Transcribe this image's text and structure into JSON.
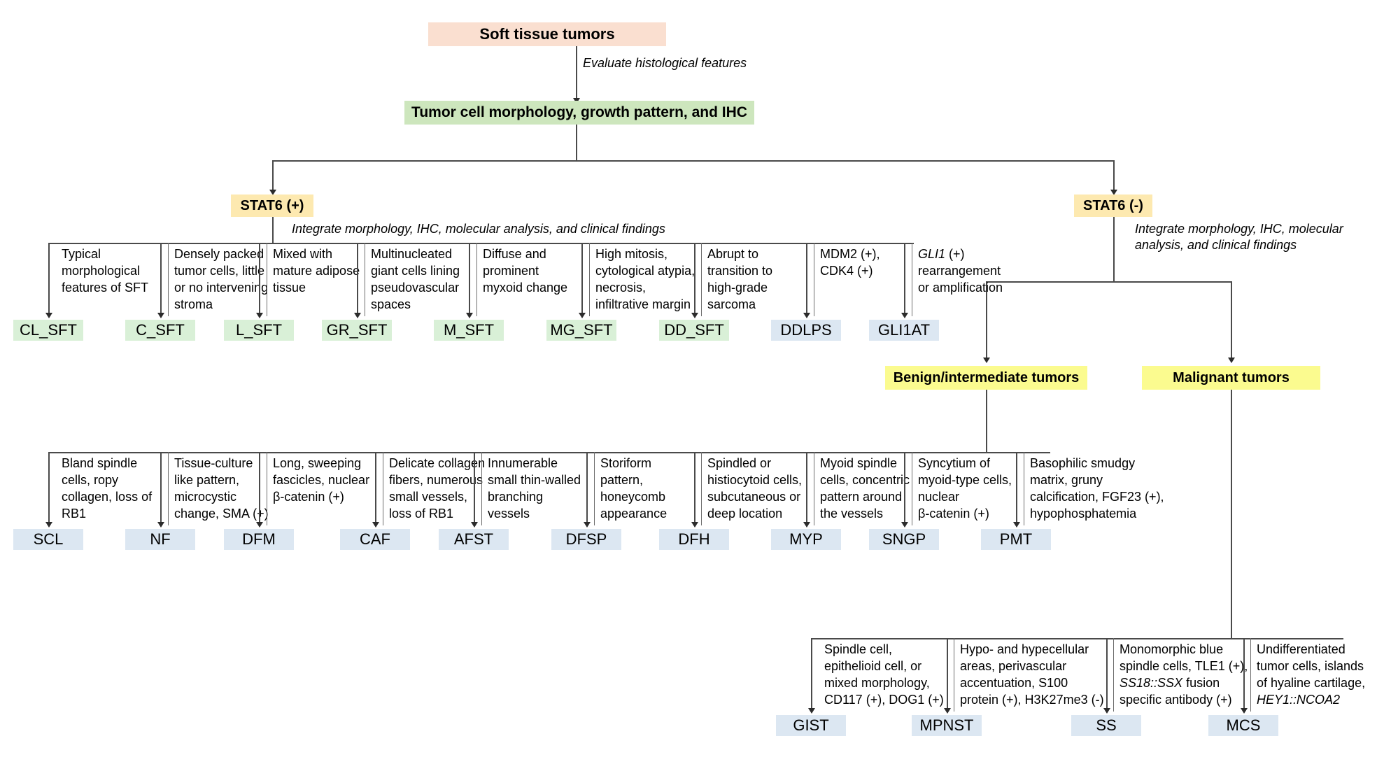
{
  "title": "Soft tissue tumors diagnostic algorithm",
  "root": {
    "label": "Soft tissue tumors"
  },
  "edge_notes": {
    "evaluate": "Evaluate histological features",
    "integrate_left": "Integrate morphology, IHC, molecular analysis, and clinical findings",
    "integrate_right": "Integrate morphology, IHC, molecular\nanalysis, and clinical findings"
  },
  "level2": {
    "label": "Tumor cell morphology, growth pattern, and IHC"
  },
  "branches": {
    "stat6_pos": "STAT6 (+)",
    "stat6_neg": "STAT6 (-)",
    "benign": "Benign/intermediate tumors",
    "malignant": "Malignant tumors"
  },
  "row_sft": {
    "descriptions": [
      "Typical\nmorphological\nfeatures of SFT",
      "Densely packed\ntumor cells, little\nor no intervening\nstroma",
      "Mixed with\nmature adipose\ntissue",
      "Multinucleated\ngiant cells lining\npseudovascular\nspaces",
      "Diffuse and\nprominent\nmyxoid change",
      "High mitosis,\ncytological atypia,\nnecrosis,\ninfiltrative margin",
      "Abrupt to\ntransition to\nhigh-grade\nsarcoma",
      "MDM2 (+),\nCDK4 (+)",
      "GLI1 (+)\nrearrangement\nor amplification"
    ],
    "labels": [
      "CL_SFT",
      "C_SFT",
      "L_SFT",
      "GR_SFT",
      "M_SFT",
      "MG_SFT",
      "DD_SFT",
      "DDLPS",
      "GLI1AT"
    ],
    "colors": [
      "green",
      "green",
      "green",
      "green",
      "green",
      "green",
      "green",
      "blue",
      "blue"
    ]
  },
  "row_benign": {
    "descriptions": [
      "Bland spindle\ncells, ropy\ncollagen, loss of\nRB1",
      "Tissue-culture\nlike pattern,\nmicrocystic\nchange, SMA (+)",
      "Long, sweeping\nfascicles, nuclear\nβ-catenin (+)",
      "Delicate collagen\nfibers, numerous\nsmall vessels,\nloss of RB1",
      "Innumerable\nsmall thin-walled\nbranching\nvessels",
      "Storiform\npattern,\nhoneycomb\nappearance",
      "Spindled or\nhistiocytoid cells,\nsubcutaneous or\ndeep location",
      "Myoid spindle\ncells, concentric\npattern around\nthe vessels",
      "Syncytium of\nmyoid-type cells,\nnuclear\nβ-catenin (+)",
      "Basophilic smudgy\nmatrix, gruny\ncalcification, FGF23 (+),\nhypophosphatemia"
    ],
    "labels": [
      "SCL",
      "NF",
      "DFM",
      "CAF",
      "AFST",
      "DFSP",
      "DFH",
      "MYP",
      "SNGP",
      "PMT"
    ],
    "colors": [
      "blue",
      "blue",
      "blue",
      "blue",
      "blue",
      "blue",
      "blue",
      "blue",
      "blue",
      "blue"
    ]
  },
  "row_malignant": {
    "descriptions": [
      "Spindle cell,\nepithelioid cell, or\nmixed morphology,\nCD117 (+), DOG1 (+)",
      "Hypo- and hypecellular\nareas, perivascular\naccentuation, S100\nprotein (+), H3K27me3 (-)",
      "Monomorphic blue\nspindle cells, TLE1 (+),\nSS18::SSX fusion\nspecific antibody (+)",
      "Undifferentiated\ntumor cells, islands\nof hyaline cartilage,\nHEY1::NCOA2"
    ],
    "labels": [
      "GIST",
      "MPNST",
      "SS",
      "MCS"
    ],
    "colors": [
      "blue",
      "blue",
      "blue",
      "blue"
    ]
  },
  "colors": {
    "root_bg": "#fadfd0",
    "level2_bg": "#cde6bd",
    "branch_bg": "#fde9b0",
    "category_bg": "#fbfb8f",
    "leaf_green": "#d9f0d7",
    "leaf_blue": "#dce7f2",
    "line": "#4a4a4a"
  }
}
